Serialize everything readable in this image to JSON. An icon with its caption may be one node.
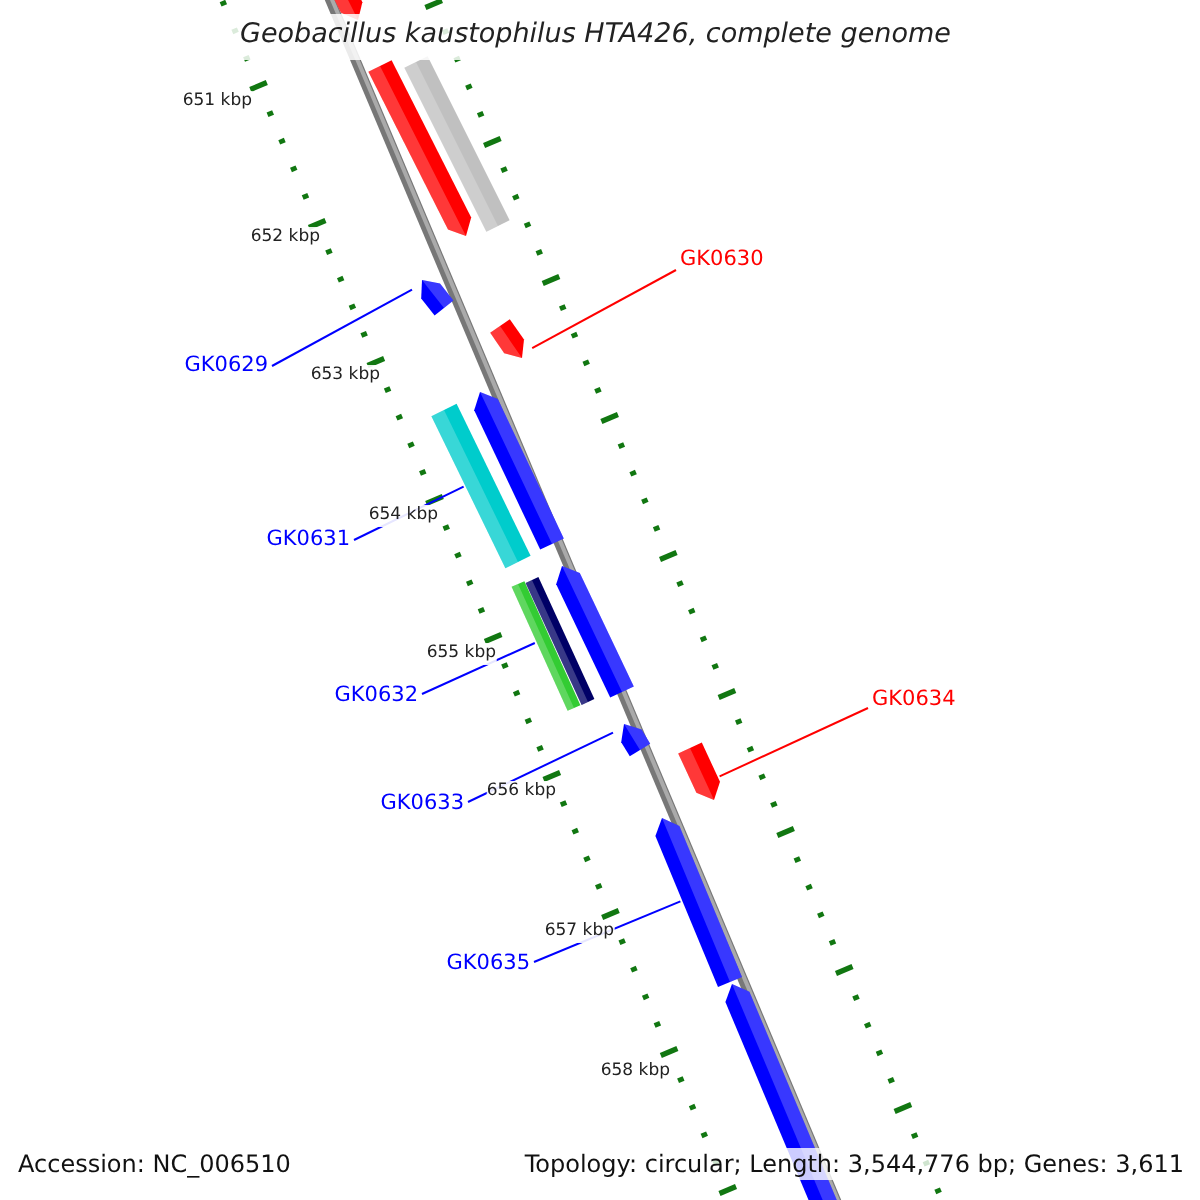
{
  "diagram": {
    "title": "Geobacillus kaustophilus HTA426, complete genome",
    "nodes": [
      {
        "text": [],
        "shape": "arrow"
      },
      {
        "text": [],
        "shape": "arrow"
      },
      {
        "text": [],
        "shape": "bar"
      },
      {
        "text": [
          "GK0630"
        ]
      },
      {
        "text": [],
        "shape": "arrow"
      },
      {
        "text": [
          "GK0629"
        ]
      },
      {
        "text": [],
        "shape": "arrow"
      },
      {
        "text": [],
        "shape": "bar"
      },
      {
        "text": [],
        "shape": "arrow"
      },
      {
        "text": [
          "GK0631"
        ]
      },
      {
        "text": [],
        "shape": "bar"
      },
      {
        "text": [],
        "shape": "bar"
      },
      {
        "text": [],
        "shape": "arrow"
      },
      {
        "text": [
          "GK0632"
        ]
      },
      {
        "text": [
          "GK0634"
        ]
      },
      {
        "text": [],
        "shape": "arrow"
      },
      {
        "text": [],
        "shape": "arrow"
      },
      {
        "text": [
          "GK0633"
        ]
      },
      {
        "text": [],
        "shape": "arrow"
      },
      {
        "text": [
          "GK0635"
        ]
      },
      {
        "text": [],
        "shape": "arrow"
      }
    ],
    "edges": [
      {
        "from": 5,
        "to": 4,
        "arrow": "none"
      },
      {
        "from": 3,
        "to": 6,
        "arrow": "none",
        "color": "#ff0000"
      },
      {
        "from": 9,
        "to": 7,
        "arrow": "none"
      },
      {
        "from": 13,
        "to": 10,
        "arrow": "none"
      },
      {
        "from": 17,
        "to": 15,
        "arrow": "none"
      },
      {
        "from": 14,
        "to": 16,
        "arrow": "none",
        "color": "#ff0000"
      },
      {
        "from": 19,
        "to": 18,
        "arrow": "none"
      }
    ],
    "labels": [
      "651 kbp",
      "652 kbp",
      "653 kbp",
      "654 kbp",
      "655 kbp",
      "656 kbp",
      "657 kbp",
      "658 kbp",
      "Accession: NC_006510",
      "Topology: circular; Length: 3,544,776 bp; Genes: 3,611"
    ]
  }
}
